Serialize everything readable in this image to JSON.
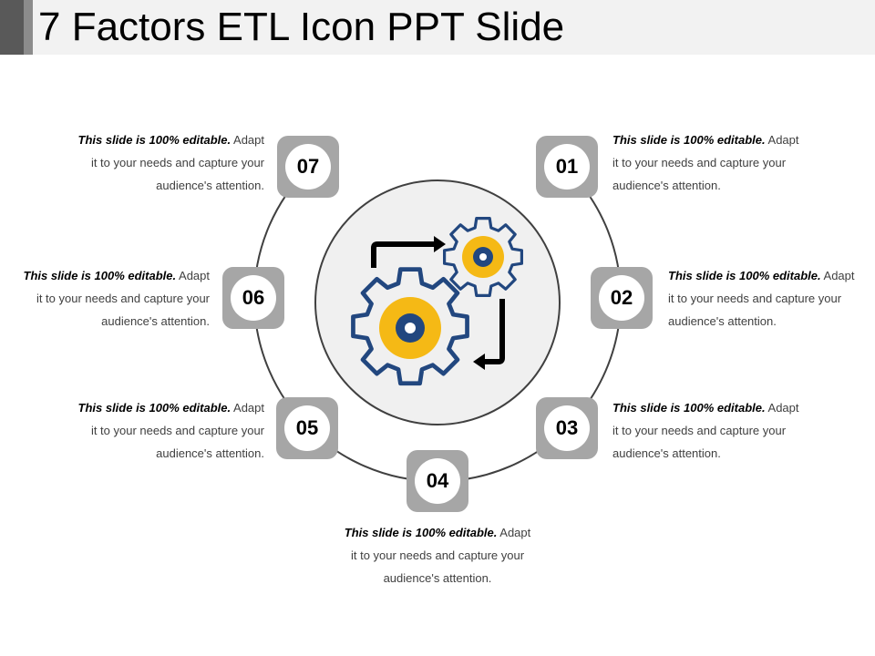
{
  "header": {
    "title": "7 Factors ETL Icon PPT Slide"
  },
  "colors": {
    "badge_gray": "#a6a6a6",
    "gear_yellow": "#f5b915",
    "gear_navy": "#22477f",
    "inner_circle_fill": "#f0f0f0",
    "ring_stroke": "#404040"
  },
  "center_icon": {
    "name": "etl-gears-icon",
    "description": "Two interlocking gears with circular process arrows"
  },
  "factors": [
    {
      "number": "01",
      "bold": "This slide is 100% editable.",
      "text1": " Adapt",
      "line2": "it to your needs and capture your",
      "line3": "audience's attention."
    },
    {
      "number": "02",
      "bold": "This slide is 100% editable.",
      "text1": " Adapt",
      "line2": "it to your needs and capture your",
      "line3": "audience's attention."
    },
    {
      "number": "03",
      "bold": "This slide is 100% editable.",
      "text1": " Adapt",
      "line2": "it to your needs and capture your",
      "line3": "audience's attention."
    },
    {
      "number": "04",
      "bold": "This slide is 100% editable.",
      "text1": " Adapt",
      "line2": "it to your needs and capture your",
      "line3": "audience's attention."
    },
    {
      "number": "05",
      "bold": "This slide is 100% editable.",
      "text1": " Adapt",
      "line2": "it to your needs and capture your",
      "line3": "audience's attention."
    },
    {
      "number": "06",
      "bold": "This slide is 100% editable.",
      "text1": " Adapt",
      "line2": "it to your needs and capture your",
      "line3": "audience's attention."
    },
    {
      "number": "07",
      "bold": "This slide is 100% editable.",
      "text1": " Adapt",
      "line2": "it to your needs and capture your",
      "line3": "audience's attention."
    }
  ]
}
